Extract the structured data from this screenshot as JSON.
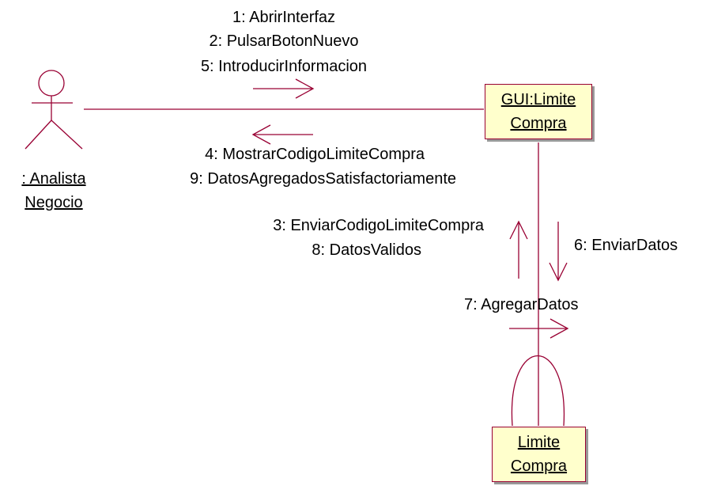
{
  "actor": {
    "name_line1": ": Analista",
    "name_line2": "Negocio"
  },
  "objects": {
    "gui": {
      "line1": "GUI:Limite",
      "line2": "Compra"
    },
    "limite": {
      "line1": "Limite",
      "line2": "Compra"
    }
  },
  "messages": {
    "m1": "1: AbrirInterfaz",
    "m2": "2: PulsarBotonNuevo",
    "m5": "5: IntroducirInformacion",
    "m4": "4: MostrarCodigoLimiteCompra",
    "m9": "9: DatosAgregadosSatisfactoriamente",
    "m3": "3: EnviarCodigoLimiteCompra",
    "m8": "8: DatosValidos",
    "m6": "6: EnviarDatos",
    "m7": "7: AgregarDatos"
  },
  "colors": {
    "line": "#990033",
    "box_fill": "#ffffcc",
    "shadow": "#999999"
  }
}
